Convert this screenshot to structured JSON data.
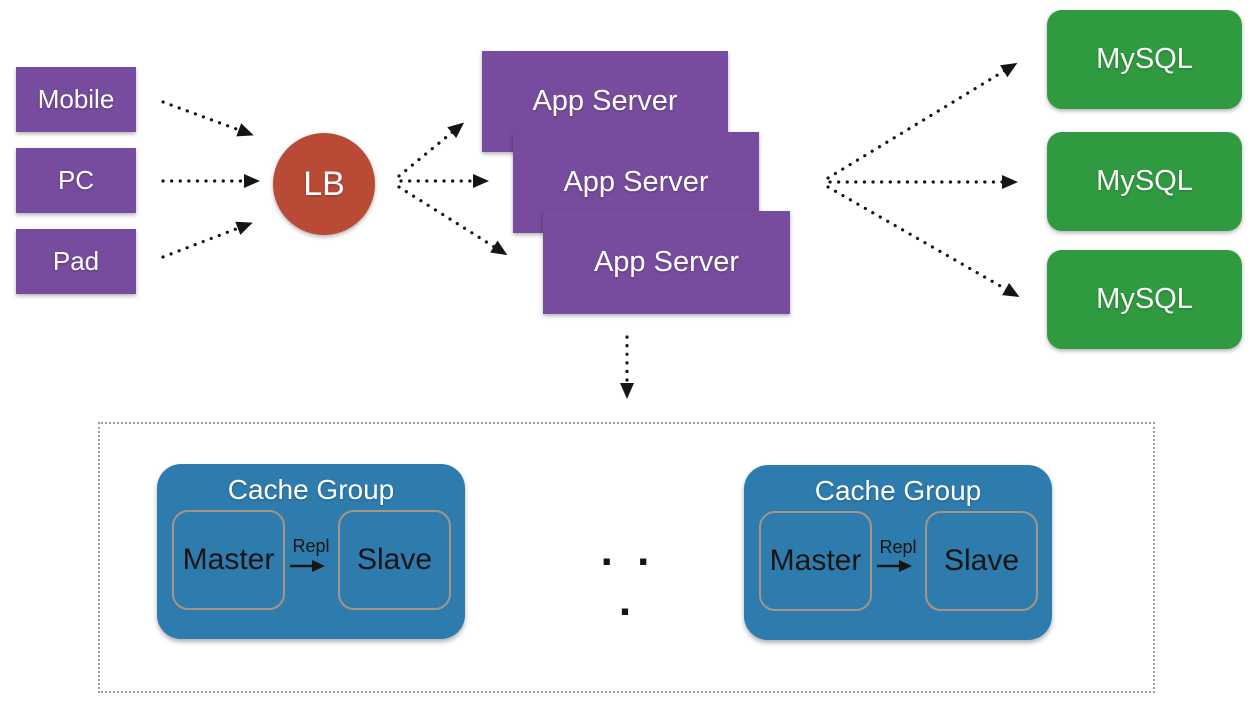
{
  "diagram": {
    "clients": [
      {
        "label": "Mobile"
      },
      {
        "label": "PC"
      },
      {
        "label": "Pad"
      }
    ],
    "load_balancer": {
      "label": "LB"
    },
    "app_servers": [
      {
        "label": "App Server"
      },
      {
        "label": "App Server"
      },
      {
        "label": "App Server"
      }
    ],
    "databases": [
      {
        "label": "MySQL"
      },
      {
        "label": "MySQL"
      },
      {
        "label": "MySQL"
      }
    ],
    "cache_cluster": {
      "groups": [
        {
          "title": "Cache Group",
          "master": "Master",
          "slave": "Slave",
          "repl_label": "Repl"
        },
        {
          "title": "Cache Group",
          "master": "Master",
          "slave": "Slave",
          "repl_label": "Repl"
        }
      ],
      "ellipsis": ". . ."
    },
    "colors": {
      "client": "#774B9D",
      "lb": "#B94A36",
      "app_server": "#774B9D",
      "mysql": "#2F9A3F",
      "cache": "#2E7CAD",
      "inner_stroke": "#A39685",
      "arrow": "#151515",
      "cluster_border": "#9C9C9C",
      "label_light": "#FFFFFF",
      "label_dark": "#151515"
    }
  }
}
